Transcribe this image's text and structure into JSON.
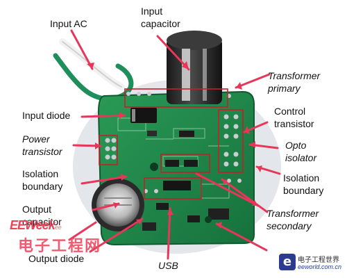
{
  "labels": {
    "input_ac": "Input AC",
    "input_capacitor_1": "Input",
    "input_capacitor_2": "capacitor",
    "transformer_primary_1": "Transformer",
    "transformer_primary_2": "primary",
    "input_diode": "Input diode",
    "control_transistor_1": "Control",
    "control_transistor_2": "transistor",
    "power_transistor_1": "Power",
    "power_transistor_2": "transistor",
    "opto_isolator_1": "Opto",
    "opto_isolator_2": "isolator",
    "isolation_boundary_left_1": "Isolation",
    "isolation_boundary_left_2": "boundary",
    "isolation_boundary_right_1": "Isolation",
    "isolation_boundary_right_2": "boundary",
    "output_capacitor_1": "Output",
    "output_capacitor_2": "capacitor",
    "transformer_secondary_1": "Transformer",
    "transformer_secondary_2": "secondary",
    "output_diode": "Output diode",
    "usb": "USB"
  },
  "watermarks": {
    "eeweek_brand": "EEWeek",
    "eeweek_small": "ee",
    "chinese_brand": "电子工程网",
    "logo_letter": "e",
    "logo_chinese": "电子工程世界",
    "logo_url": "eeworld.com.cn"
  },
  "colors": {
    "callout": "#e8365a",
    "pcb_green": "#1f8a4c",
    "background": "#ffffff"
  }
}
